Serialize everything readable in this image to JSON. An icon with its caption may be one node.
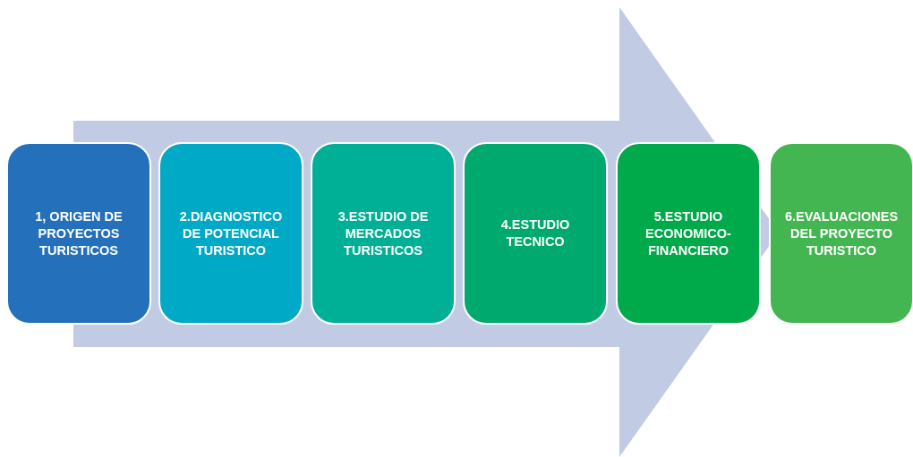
{
  "diagram": {
    "nodes": [
      {
        "text": [
          "1, ORIGEN DE PROYECTOS TURISTICOS"
        ]
      },
      {
        "text": [
          "2.DIAGNOSTICO DE POTENCIAL TURISTICO"
        ]
      },
      {
        "text": [
          "3.ESTUDIO DE MERCADOS TURISTICOS"
        ]
      },
      {
        "text": [
          "4.ESTUDIO TECNICO"
        ]
      },
      {
        "text": [
          "5.ESTUDIO ECONOMICO-FINANCIERO"
        ]
      },
      {
        "text": [
          "6.EVALUACIONES DEL PROYECTO TURISTICO"
        ]
      }
    ],
    "edges": [
      {
        "from": 0,
        "to": 5,
        "arrow": "to"
      }
    ]
  }
}
